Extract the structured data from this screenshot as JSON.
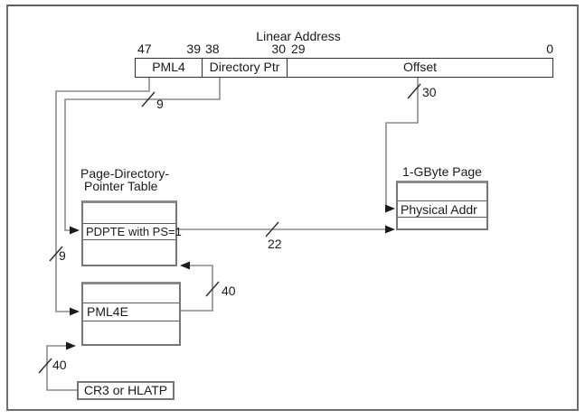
{
  "figure": {
    "title": "Linear Address",
    "linear_address_fields": {
      "pml4": "PML4",
      "directory_ptr": "Directory Ptr",
      "offset": "Offset"
    },
    "bit_labels": {
      "b47": "47",
      "b39": "39",
      "b38": "38",
      "b30": "30",
      "b29": "29",
      "b0": "0"
    },
    "bus_widths": {
      "directory_ptr_bits": "9",
      "pml4_bits": "9",
      "offset_bits": "30",
      "page_base_bits": "22",
      "pdpt_base_bits": "40",
      "pml4_table_base_bits": "40"
    },
    "pdpt": {
      "title_line1": "Page-Directory-",
      "title_line2": "Pointer Table",
      "entry_label": "PDPTE with PS=1"
    },
    "pml4_table": {
      "entry_label": "PML4E"
    },
    "page": {
      "title": "1-GByte Page",
      "entry_label": "Physical Addr"
    },
    "cr3_box": {
      "label": "CR3 or HLATP"
    },
    "colors": {
      "background": "#ffffff",
      "text": "#1a1a1a",
      "wire": "#8c8c8c",
      "arrowhead": "#1c1c1c",
      "tick": "#2b2b2b",
      "table_box_border": "#777777",
      "address_box_border": "#2f2f2f",
      "frame_border": "#6e6e6e"
    }
  }
}
